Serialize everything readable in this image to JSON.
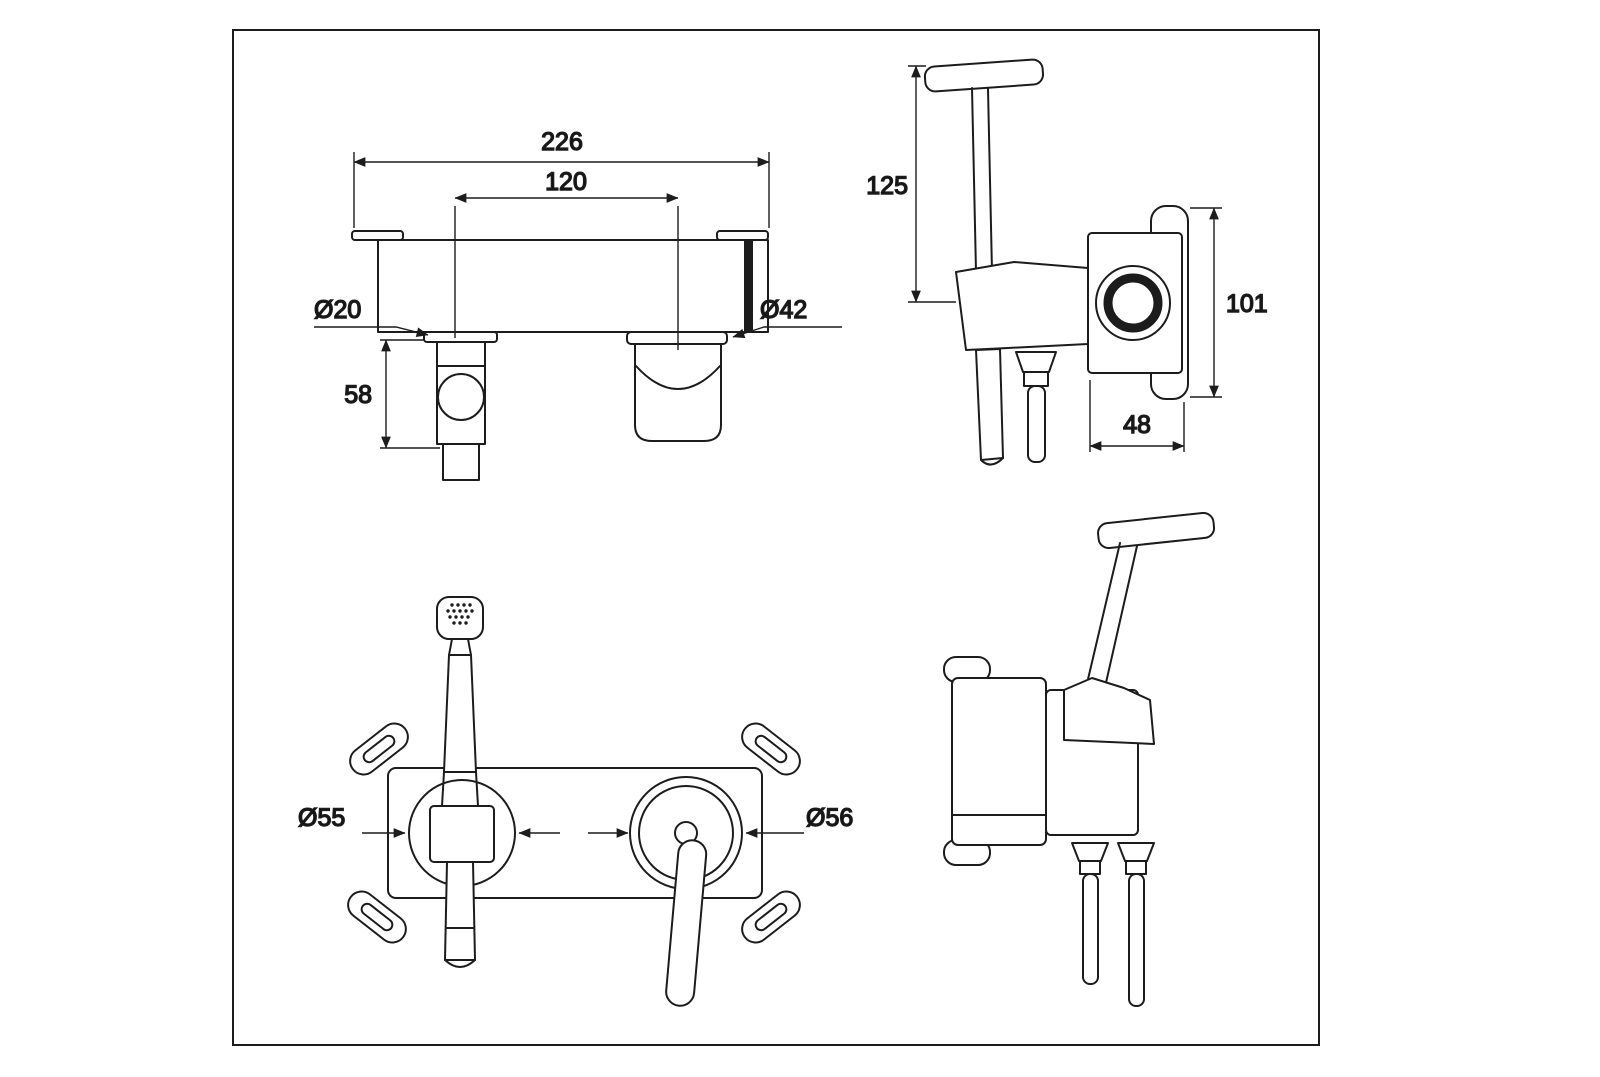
{
  "drawing": {
    "colors": {
      "ink": "#1c1c1c",
      "background": "#ffffff"
    },
    "dims": {
      "overall_width": "226",
      "centers_spacing": "120",
      "spout_diameter": "Ø20",
      "body_diameter": "Ø42",
      "spout_drop": "58",
      "handspray_length": "125",
      "plate_height": "101",
      "body_depth": "48",
      "left_escutcheon_diameter": "Ø55",
      "right_escutcheon_diameter": "Ø56"
    }
  }
}
